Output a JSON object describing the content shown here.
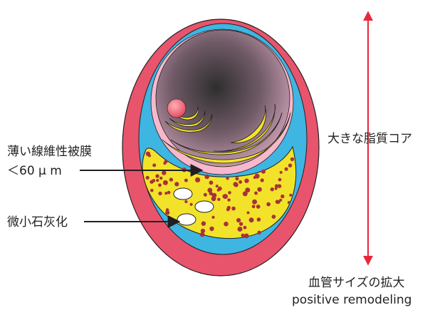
{
  "labels": {
    "thin_cap_line1": "薄い線維性被膜",
    "thin_cap_line2": "＜60 μ m",
    "microcalcification": "微小石灰化",
    "large_lipid_core": "大きな脂質コア",
    "remodeling_line1": "血管サイズの拡大",
    "remodeling_line2": "positive remodeling"
  },
  "colors": {
    "adventitia": "#e8546c",
    "media": "#3fb5e2",
    "intima": "#f7b8cb",
    "lumen_center": "#3a3a3a",
    "lumen_edge": "#b98ea2",
    "lipid_core": "#f2e32a",
    "debris": "#a8323a",
    "thrombus": "#ef6f7f",
    "arrow": "#e8273a",
    "line": "#231f20"
  }
}
